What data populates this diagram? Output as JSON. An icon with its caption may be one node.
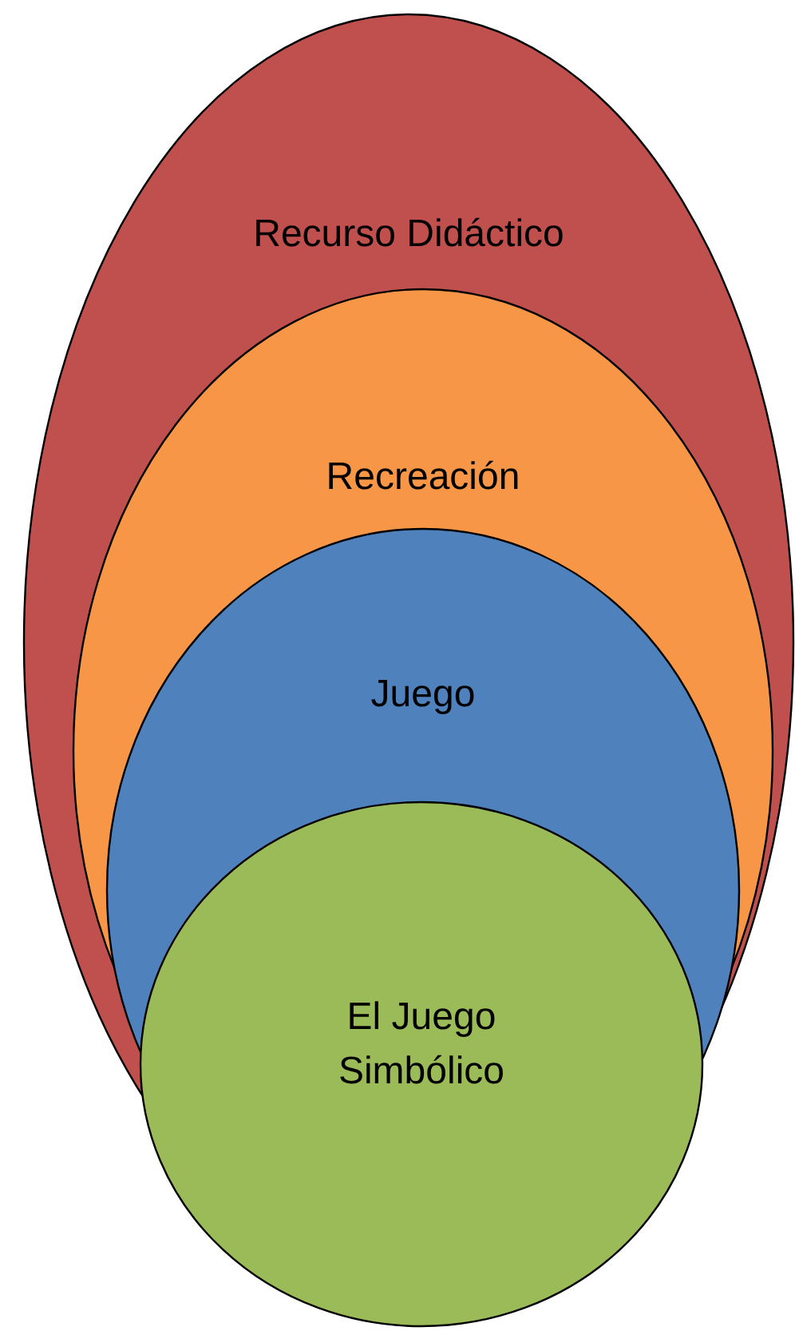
{
  "diagram": {
    "nodes": [
      {
        "text": [
          "Recurso Didáctico"
        ]
      },
      {
        "text": [
          "Recreación"
        ],
        "in": 0
      },
      {
        "text": [
          "Juego"
        ],
        "in": 0
      },
      {
        "text": [
          "El Juego Simbólico"
        ]
      }
    ]
  }
}
